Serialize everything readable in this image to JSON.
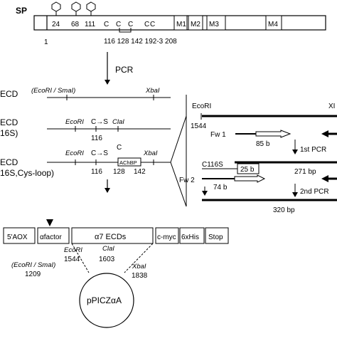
{
  "gene_map": {
    "sp_label": "SP",
    "glyco_sites": [
      "24",
      "68",
      "111"
    ],
    "cys_letters": [
      "C",
      "C",
      "C",
      "C",
      "C"
    ],
    "cys_positions": "116 128 142 192-3 208",
    "domains": [
      "M1",
      "M2",
      "M3",
      "M4"
    ],
    "start_number": "1"
  },
  "pcr_label": "PCR",
  "constructs": {
    "row1": {
      "label": "ECD",
      "left_site": "(EcoRI / SmaI)",
      "right_site": "XbaI"
    },
    "row2": {
      "label_a": "ECD",
      "label_b": "16S)",
      "ecori": "EcoRI",
      "mutation": "C→S",
      "clai": "ClaI",
      "position": "116"
    },
    "row3": {
      "label_a": "ECD",
      "label_b": "16S,Cys-loop)",
      "ecori": "EcoRI",
      "mutation": "C→S",
      "c_mark": "C",
      "box_text": "AChBP",
      "xbai": "XbaI",
      "pos_116": "116",
      "pos_128": "128",
      "pos_142": "142"
    }
  },
  "pcr_scheme": {
    "ecori": "EcoRI",
    "right_clip": "XI",
    "pos_1544": "1544",
    "fw1": "Fw 1",
    "bp_85": "85 b",
    "first_pcr": "1st PCR",
    "c116s": "C116S",
    "bp_25": "25 b",
    "bp_271": "271 bp",
    "fw2": "Fw 2",
    "bp_74": "74 b",
    "second_pcr": "2nd PCR",
    "bp_320": "320 bp"
  },
  "expression_cassette": {
    "segments": [
      "5'AOX",
      "αfactor",
      "α7 ECDs",
      "c-myc",
      "6xHis",
      "Stop"
    ]
  },
  "plasmid": {
    "name": "pPICZαA",
    "ecori_label": "EcoRI",
    "ecori_pos": "1544",
    "clai_label": "ClaI",
    "clai_pos": "1603",
    "xbai_label": "XbaI",
    "xbai_pos": "1838",
    "left_label": "(EcoRI / SmaI)",
    "left_pos": "1209"
  }
}
